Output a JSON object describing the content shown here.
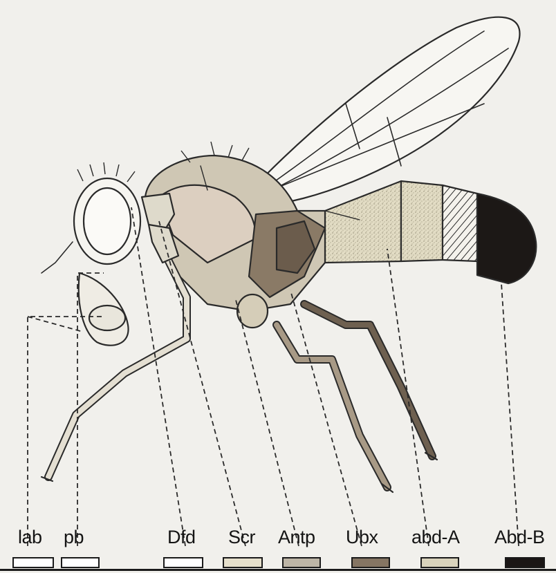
{
  "genes": [
    {
      "label": "lab",
      "color": "#ffffff"
    },
    {
      "label": "pb",
      "color": "#ffffff"
    },
    {
      "label": "Dfd",
      "color": "#ffffff"
    },
    {
      "label": "Scr",
      "color": "#e6e0cc"
    },
    {
      "label": "Antp",
      "color": "#bdb5a6"
    },
    {
      "label": "Ubx",
      "color": "#857563"
    },
    {
      "label": "abd-A",
      "color": "#d9d3bc"
    },
    {
      "label": "Abd-B",
      "color": "#1a1615"
    }
  ],
  "colors": {
    "outline": "#2a2a2a",
    "background": "#f1f0ec"
  }
}
